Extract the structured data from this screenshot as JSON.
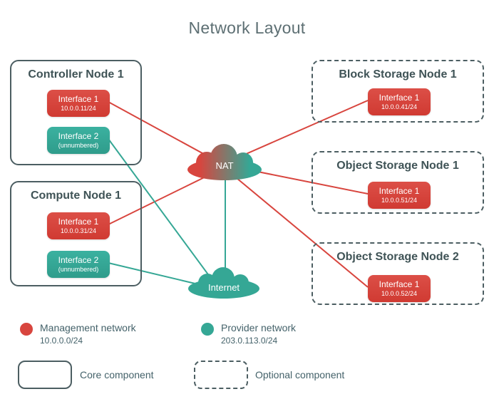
{
  "title": "Network Layout",
  "nodes": {
    "controller": {
      "title": "Controller Node 1",
      "interfaces": [
        {
          "label": "Interface 1",
          "detail": "10.0.0.11/24",
          "network": "management"
        },
        {
          "label": "Interface 2",
          "detail": "(unnumbered)",
          "network": "provider"
        }
      ]
    },
    "compute": {
      "title": "Compute Node 1",
      "interfaces": [
        {
          "label": "Interface 1",
          "detail": "10.0.0.31/24",
          "network": "management"
        },
        {
          "label": "Interface 2",
          "detail": "(unnumbered)",
          "network": "provider"
        }
      ]
    },
    "block1": {
      "title": "Block Storage Node 1",
      "interfaces": [
        {
          "label": "Interface 1",
          "detail": "10.0.0.41/24",
          "network": "management"
        }
      ]
    },
    "object1": {
      "title": "Object Storage Node 1",
      "interfaces": [
        {
          "label": "Interface 1",
          "detail": "10.0.0.51/24",
          "network": "management"
        }
      ]
    },
    "object2": {
      "title": "Object Storage Node 2",
      "interfaces": [
        {
          "label": "Interface 1",
          "detail": "10.0.0.52/24",
          "network": "management"
        }
      ]
    }
  },
  "clouds": {
    "nat": "NAT",
    "internet": "Internet"
  },
  "legend": {
    "management": {
      "label": "Management network",
      "cidr": "10.0.0.0/24",
      "color": "#d8453e"
    },
    "provider": {
      "label": "Provider network",
      "cidr": "203.0.113.0/24",
      "color": "#35a795"
    },
    "core": "Core component",
    "optional": "Optional component"
  }
}
